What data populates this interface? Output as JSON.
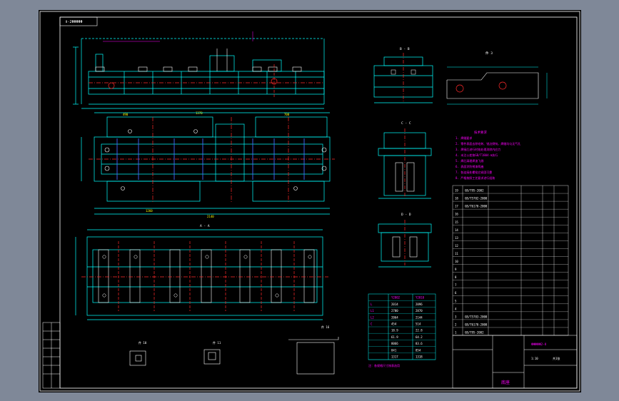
{
  "drawing": {
    "stamp_top_left": "Ⅱ-2ΦΦΦΦΦ",
    "drawing_number": "ΦΦΦΦΦ2-Ⅱ",
    "view_b_label": "B - B",
    "view_c_label": "C - C",
    "view_d_label": "D - D",
    "view_a_label": "A - A",
    "detail_label": "件 3",
    "detail_small_1": "件 10",
    "detail_small_2": "件 11",
    "detail_small_3": "件 16"
  },
  "notes": {
    "heading": "技术要求",
    "lines": [
      "1. 焊缝要求",
      "2. 零件表面去除毛刺、锐边倒钝，焊缝均匀无气孔",
      "3. 焊接后进行时效处理消除内应力",
      "4. 未注公差按GB/T1804-m执行",
      "5. 焊后清理焊渣飞溅",
      "6. 表面涂防锈漆两遍",
      "7. 各连接处螺栓应紧固可靠",
      "8. 严格按照工艺要求进行组装"
    ]
  },
  "size_table": {
    "headers": [
      "",
      "Y2002",
      "Y2010"
    ],
    "rows": [
      [
        "L",
        "2014",
        "2096"
      ],
      [
        "L1",
        "2700",
        "2870"
      ],
      [
        "L2",
        "2064",
        "2144"
      ],
      [
        "C",
        "454",
        "514"
      ],
      [
        "",
        "18.9",
        "22.8"
      ],
      [
        "",
        "61.9",
        "64.2"
      ],
      [
        "",
        "8066",
        "83.6"
      ],
      [
        "",
        "841",
        "854"
      ],
      [
        "",
        "1317",
        "1318"
      ]
    ],
    "footnote": "注：各规格尺寸按表选用"
  },
  "parts_list": {
    "rows": [
      [
        "19",
        "GB/T95-2002"
      ],
      [
        "18",
        "GB/T5782-2000"
      ],
      [
        "17",
        "GB/T6170-2000"
      ],
      [
        "16",
        ""
      ],
      [
        "15",
        ""
      ],
      [
        "14",
        ""
      ],
      [
        "13",
        ""
      ],
      [
        "12",
        ""
      ],
      [
        "11",
        ""
      ],
      [
        "10",
        ""
      ],
      [
        "9",
        ""
      ],
      [
        "8",
        ""
      ],
      [
        "7",
        ""
      ],
      [
        "6",
        ""
      ],
      [
        "5",
        ""
      ],
      [
        "4",
        ""
      ],
      [
        "3",
        "GB/T5783-2000"
      ],
      [
        "2",
        "GB/T6170-2000"
      ],
      [
        "1",
        "GB/T95-2002"
      ]
    ]
  },
  "title_block": {
    "name": "底座",
    "number": "ΦΦΦΦΦ2-Ⅱ",
    "scale": "1:10",
    "sheet": "共1张"
  },
  "dims": {
    "top_span": "1370",
    "plan_width": "2140",
    "plan_sub": "1260",
    "plan_left": "490",
    "plan_right": "700"
  }
}
